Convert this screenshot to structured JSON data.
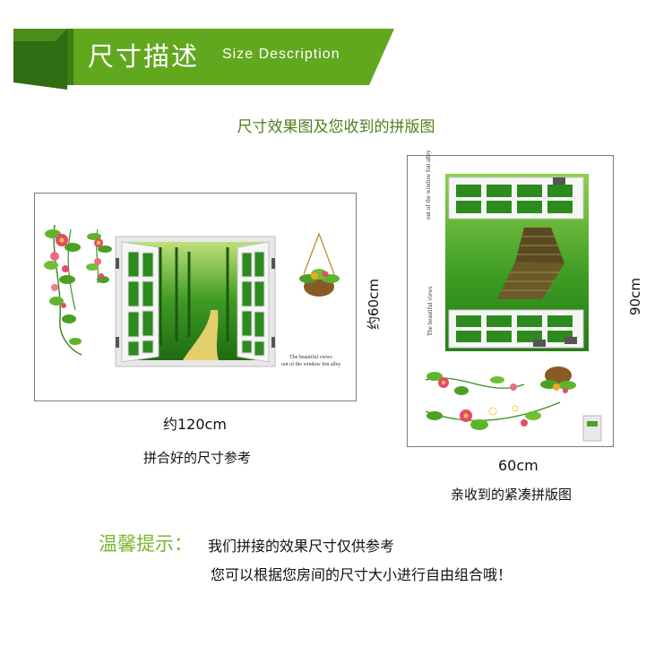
{
  "header": {
    "title_cn": "尺寸描述",
    "title_en": "Size Description"
  },
  "subtitle": "尺寸效果图及您收到的拼版图",
  "left_panel": {
    "caption_line1": "The beautiful views",
    "caption_line2": "out of the window fon alley",
    "width_label": "约120cm",
    "height_label": "约60cm",
    "description": "拼合好的尺寸参考"
  },
  "right_panel": {
    "caption_line1": "The beautiful views",
    "caption_line2": "out of the window fon alley",
    "width_label": "60cm",
    "height_label": "90cm",
    "description": "亲收到的紧凑拼版图"
  },
  "tip": {
    "title": "温馨提示：",
    "line1": "我们拼接的效果尺寸仅供参考",
    "line2": "您可以根据您房间的尺寸大小进行自由组合哦！"
  },
  "colors": {
    "brand_green": "#5fa51f",
    "dark_green": "#2e6a12",
    "tip_green": "#7ab72b"
  }
}
